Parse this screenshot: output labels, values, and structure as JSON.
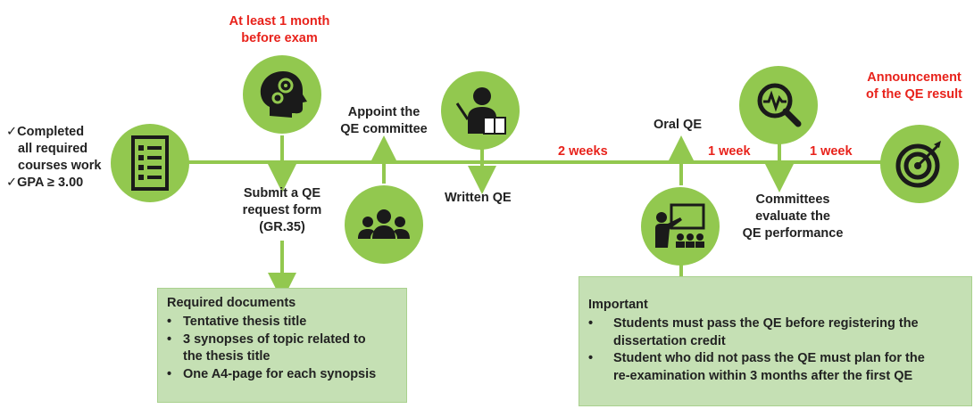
{
  "prereq": {
    "line1": "✓Completed",
    "line2": "all required",
    "line3": "courses work",
    "line4": "✓GPA ≥ 3.00"
  },
  "timing_top": {
    "line1": "At least 1 month",
    "line2": "before exam"
  },
  "appoint": {
    "line1": "Appoint the",
    "line2": "QE committee"
  },
  "submit": {
    "line1": "Submit a QE",
    "line2": "request form",
    "line3": "(GR.35)"
  },
  "written_qe": "Written QE",
  "oral_qe": "Oral QE",
  "durations": {
    "two_weeks": "2 weeks",
    "one_week_a": "1 week",
    "one_week_b": "1 week"
  },
  "committees": {
    "line1": "Committees",
    "line2": "evaluate the",
    "line3": "QE performance"
  },
  "announcement": {
    "line1": "Announcement",
    "line2": "of the QE result"
  },
  "required_docs": {
    "title": "Required documents",
    "items": [
      "Tentative thesis title",
      "3 synopses of topic related to",
      "the thesis title",
      "One A4-page for each synopsis"
    ]
  },
  "important": {
    "title": "Important",
    "items": [
      "Students must pass the QE before registering the",
      "dissertation credit",
      "Student who did not pass the QE must plan for the",
      "re-examination within 3 months after the first QE"
    ]
  },
  "colors": {
    "green": "#92c84f",
    "light_green": "#c5e0b4",
    "red": "#e8221b",
    "dark": "#1a1a1a"
  }
}
